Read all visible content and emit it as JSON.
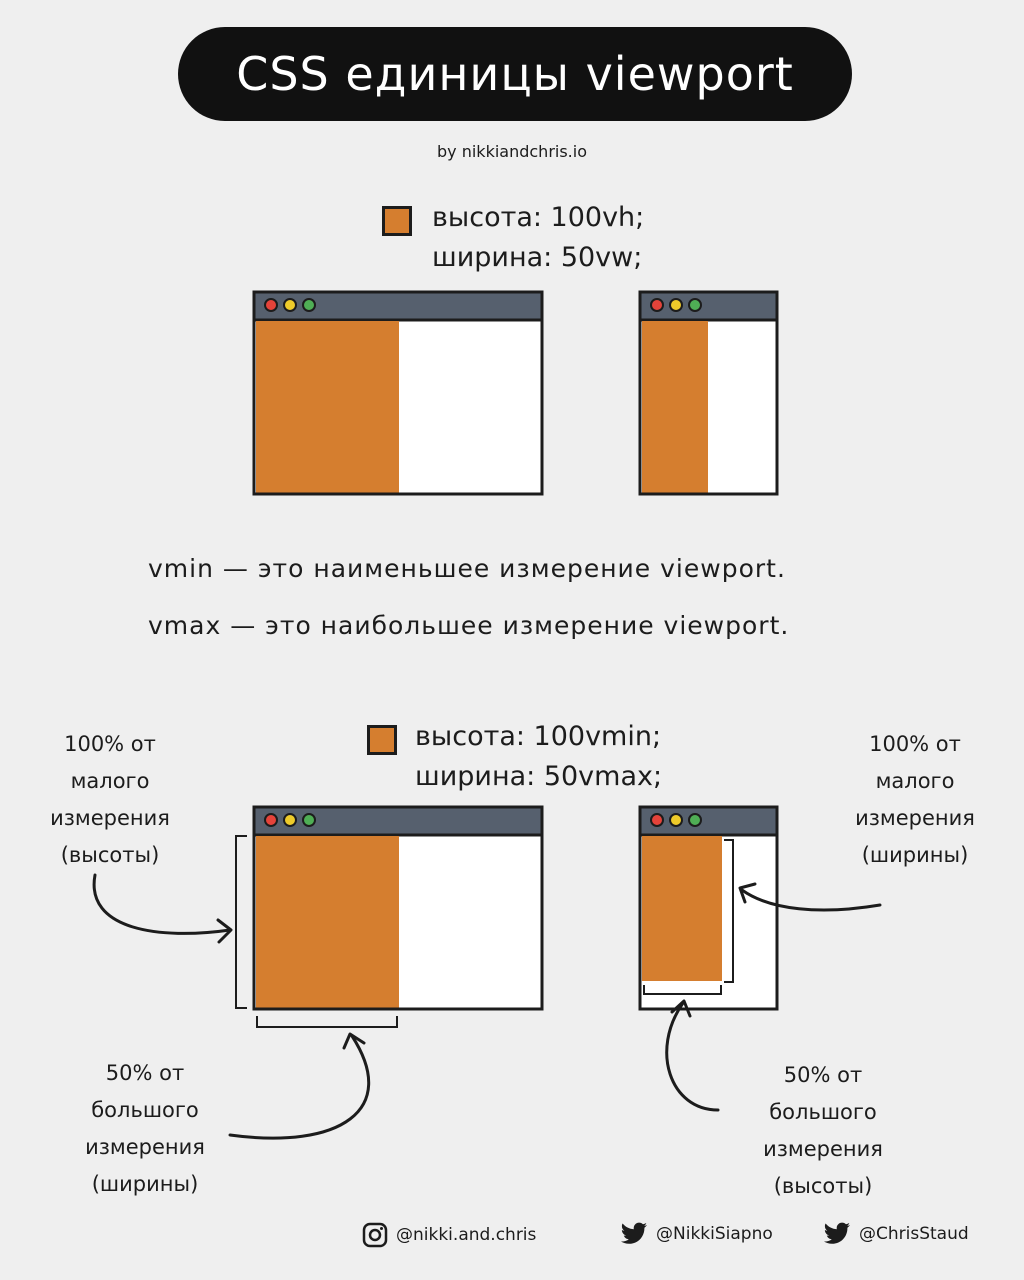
{
  "title": "CSS единицы viewport",
  "byline": "by nikkiandchris.io",
  "colors": {
    "accent": "#d57e2f",
    "browser_bar": "#56606e",
    "dot_red": "#e5433a",
    "dot_yellow": "#eecb2a",
    "dot_green": "#4fae55",
    "ink": "#1c1c1c",
    "background": "#efefef"
  },
  "example1": {
    "height_line": "высота: 100vh;",
    "width_line": "ширина: 50vw;"
  },
  "definitions": {
    "vmin": "vmin — это наименьшее измерение viewport.",
    "vmax": "vmax — это наибольшее измерение viewport."
  },
  "example2": {
    "height_line": "высота: 100vmin;",
    "width_line": "ширина: 50vmax;",
    "note_left_top": [
      "100% от",
      "малого",
      "измерения",
      "(высоты)"
    ],
    "note_right_top": [
      "100% от",
      "малого",
      "измерения",
      "(ширины)"
    ],
    "note_left_bottom": [
      "50% от",
      "большого",
      "измерения",
      "(ширины)"
    ],
    "note_right_bottom": [
      "50% от",
      "большого",
      "измерения",
      "(высоты)"
    ]
  },
  "footer": {
    "instagram": "@nikki.and.chris",
    "twitter1": "@NikkiSiapno",
    "twitter2": "@ChrisStaud",
    "icons": [
      "instagram-icon",
      "twitter-icon",
      "twitter-icon"
    ]
  }
}
